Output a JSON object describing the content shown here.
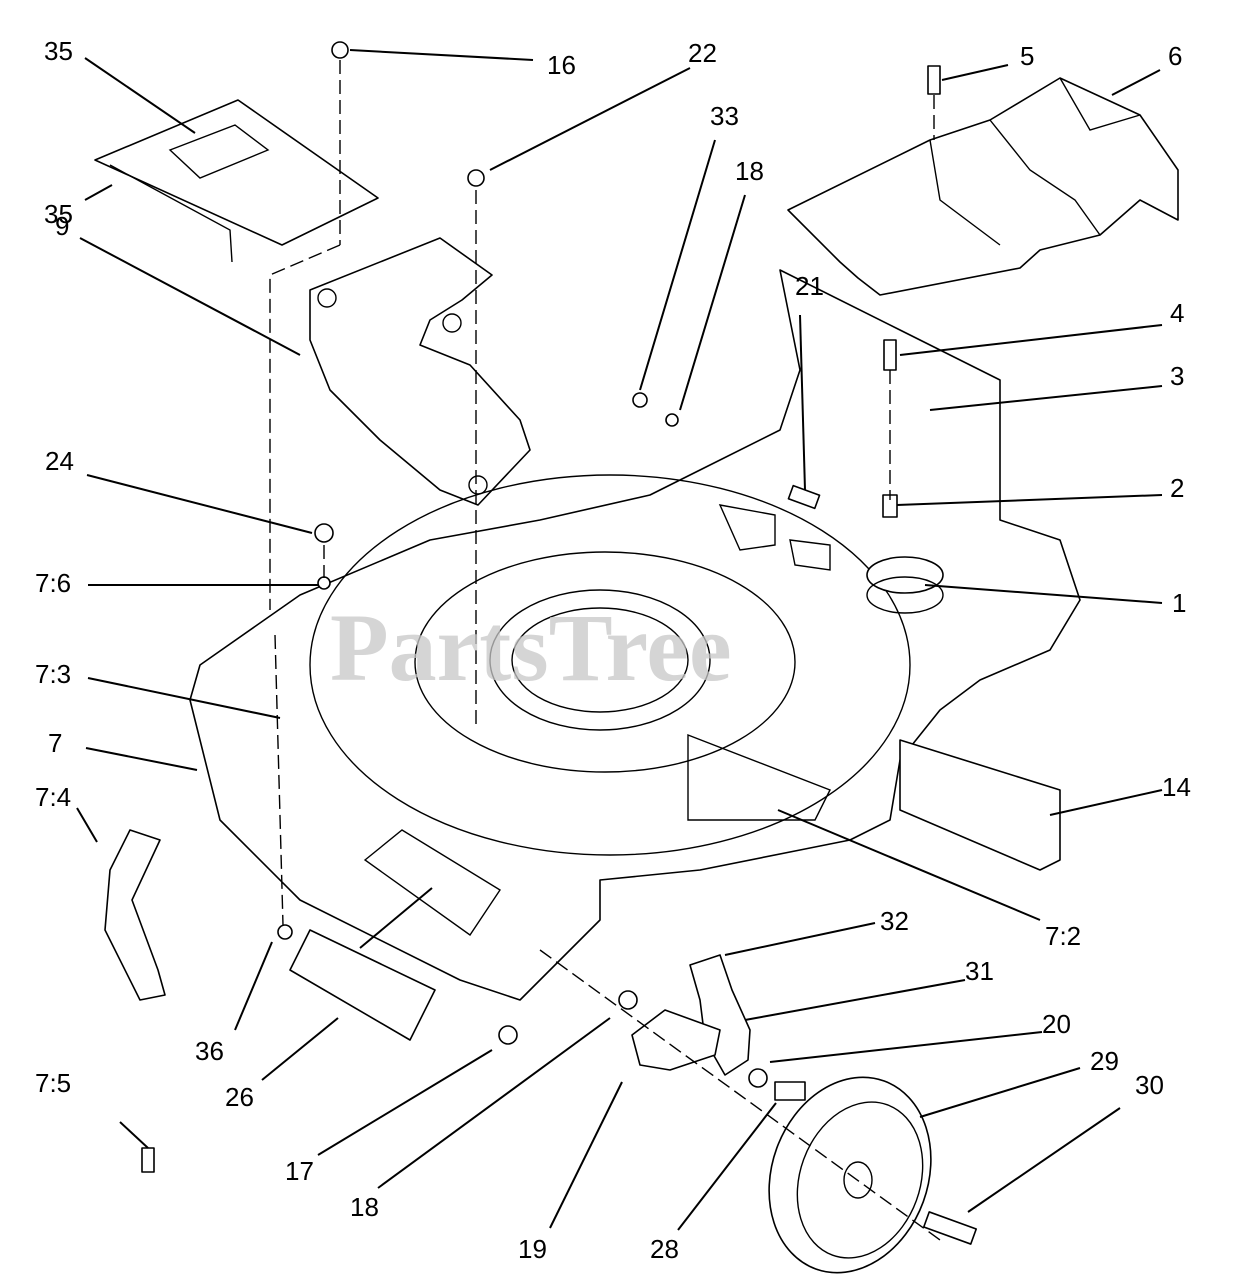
{
  "watermark": "PartsTree",
  "callouts": [
    "35",
    "35",
    "16",
    "22",
    "33",
    "18",
    "21",
    "5",
    "6",
    "4",
    "3",
    "2",
    "1",
    "9",
    "24",
    "7:6",
    "7:3",
    "7",
    "7:4",
    "14",
    "7:2",
    "32",
    "31",
    "20",
    "29",
    "30",
    "36",
    "26",
    "7:5",
    "17",
    "18",
    "19",
    "28"
  ]
}
